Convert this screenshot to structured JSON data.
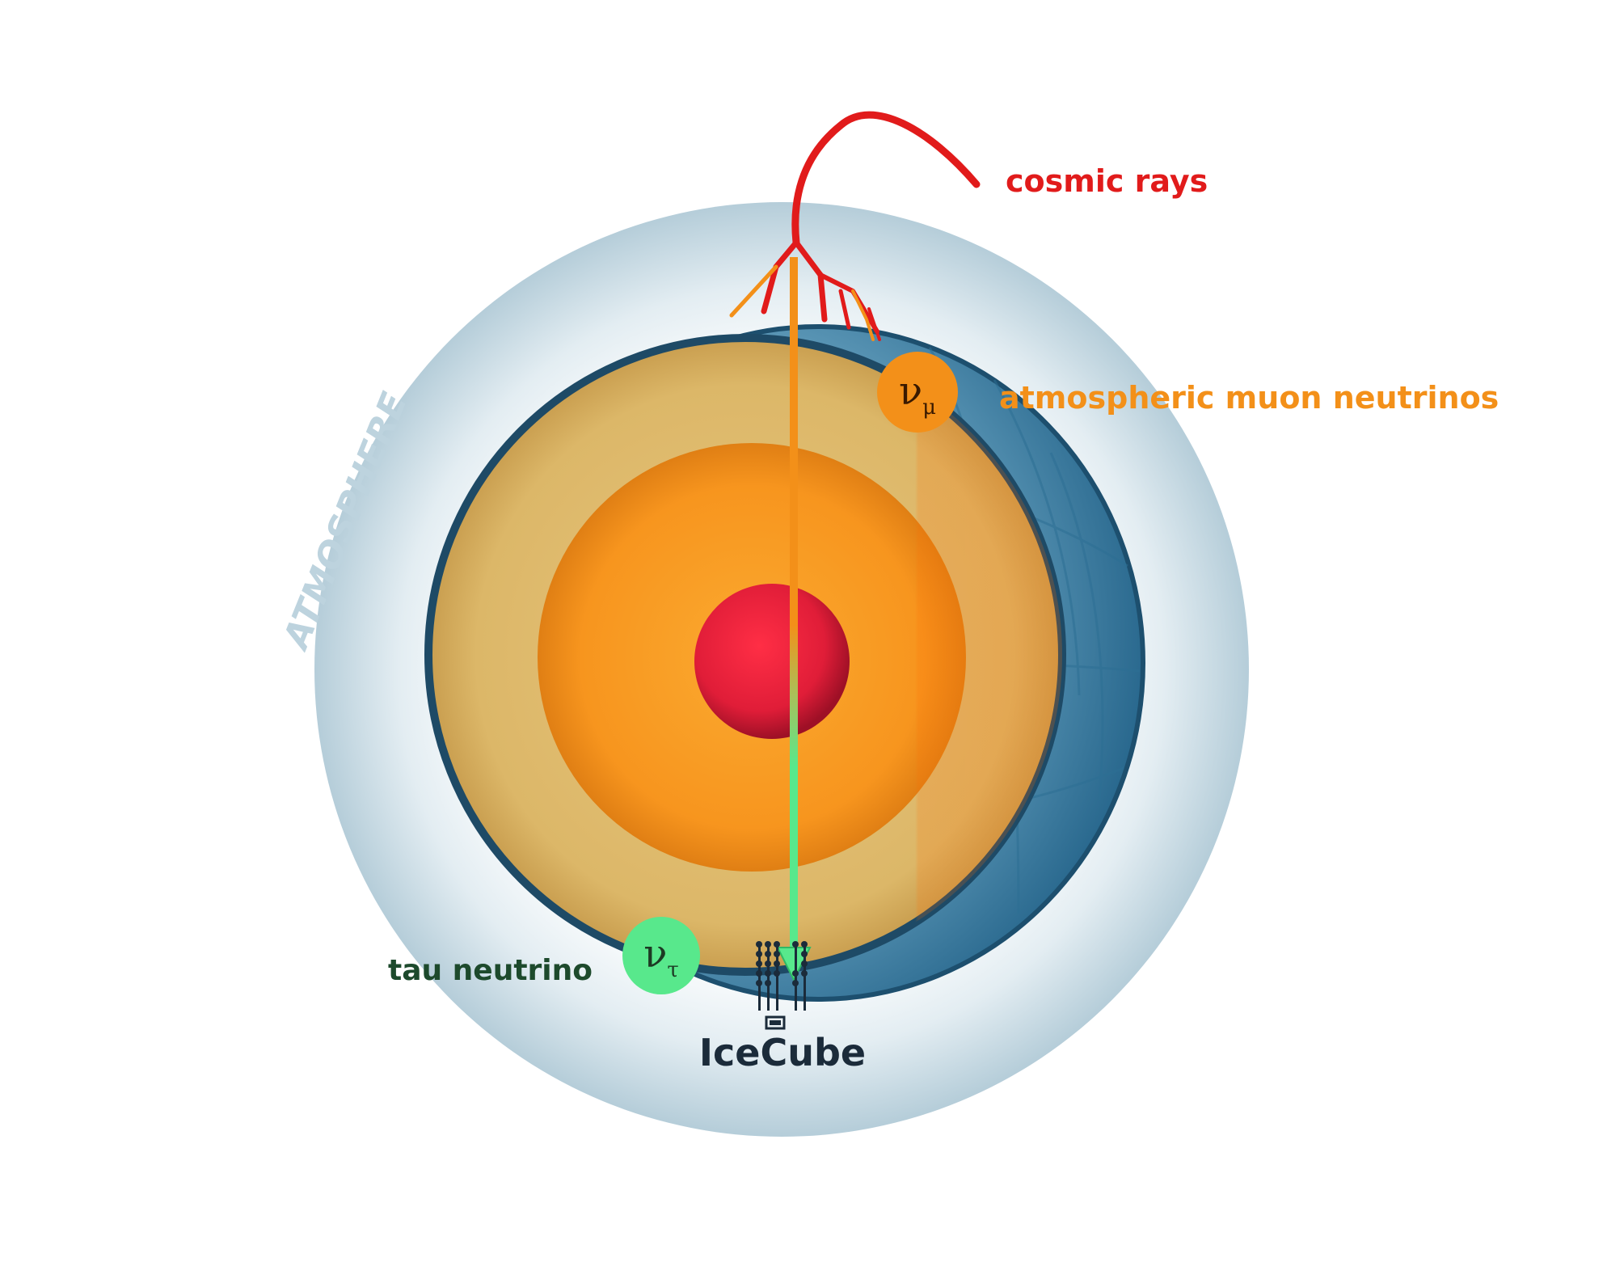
{
  "labels": {
    "cosmic_rays": "cosmic rays",
    "muon_neutrinos": "atmospheric muon neutrinos",
    "tau_neutrino": "tau neutrino",
    "icecube": "IceCube",
    "atmosphere": "ATMOSPHERE"
  },
  "symbols": {
    "nu": "ν",
    "mu": "μ",
    "tau": "τ"
  },
  "colors": {
    "cosmic_rays": "#e11b1b",
    "muon_neutrino": "#f39019",
    "tau_neutrino": "#58e88c",
    "tau_label": "#1d4a2c",
    "icecube_label": "#1b2b3a",
    "atmosphere_label": "#bdd3de",
    "crust": "#dcb96c",
    "mantle": "#f7941d",
    "core": "#e5213f"
  }
}
